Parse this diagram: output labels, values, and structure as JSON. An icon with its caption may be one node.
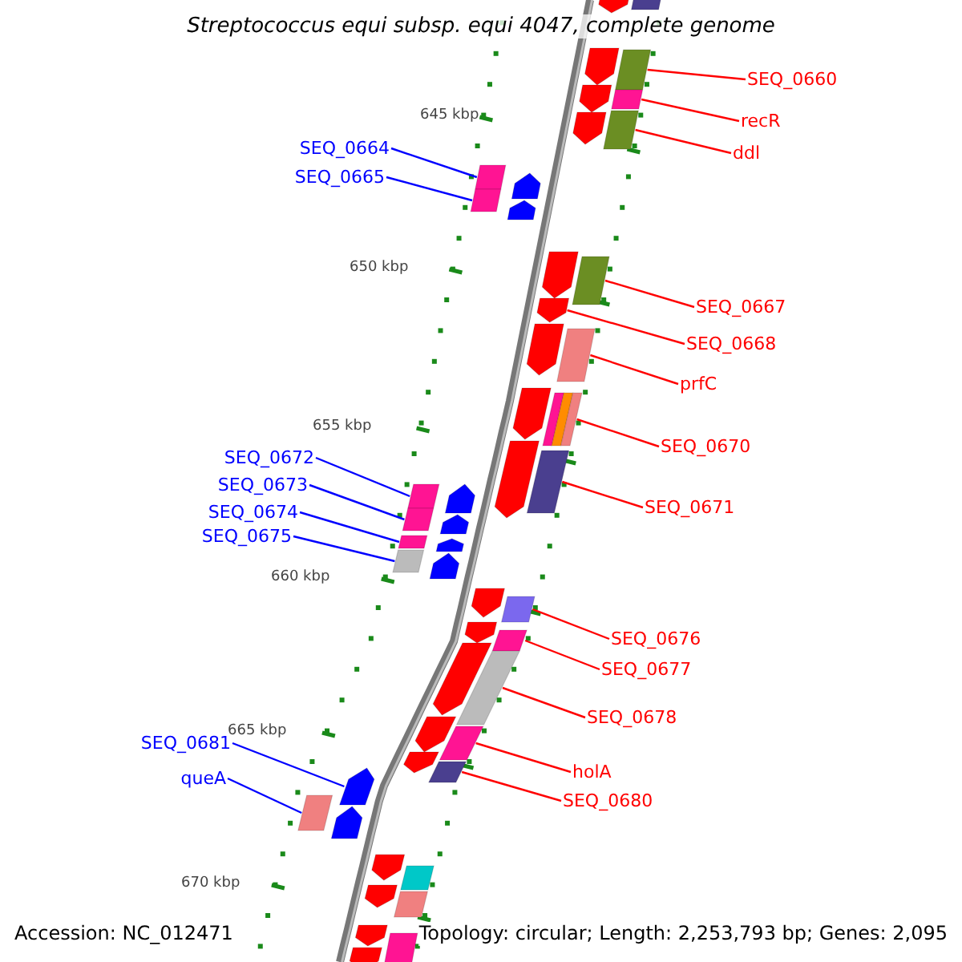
{
  "diagram": {
    "title": "Streptococcus equi subsp. equi 4047, complete genome",
    "nodes": [
      {
        "text": [
          "SEQ_0660"
        ]
      },
      {
        "text": [
          "recR"
        ]
      },
      {
        "text": [
          "ddl"
        ]
      },
      {
        "text": [
          "SEQ_0664"
        ]
      },
      {
        "text": [
          "SEQ_0665"
        ]
      },
      {
        "text": [
          "SEQ_0667"
        ]
      },
      {
        "text": [
          "SEQ_0668"
        ]
      },
      {
        "text": [
          "prfC"
        ]
      },
      {
        "text": [
          "SEQ_0670"
        ]
      },
      {
        "text": [
          "SEQ_0672"
        ]
      },
      {
        "text": [
          "SEQ_0673"
        ]
      },
      {
        "text": [
          "SEQ_0674"
        ]
      },
      {
        "text": [
          "SEQ_0675"
        ]
      },
      {
        "text": [
          "SEQ_0671"
        ]
      },
      {
        "text": [
          "SEQ_0676"
        ]
      },
      {
        "text": [
          "SEQ_0677"
        ]
      },
      {
        "text": [
          "SEQ_0678"
        ]
      },
      {
        "text": [
          "SEQ_0681"
        ]
      },
      {
        "text": [
          "holA"
        ]
      },
      {
        "text": [
          "queA"
        ]
      },
      {
        "text": [
          "SEQ_0680"
        ]
      },
      {
        "text": [],
        "shape": "pentagon"
      },
      {
        "text": [],
        "shape": "box"
      },
      {
        "text": [],
        "shape": "pentagon"
      },
      {
        "text": [],
        "shape": "box"
      },
      {
        "text": [],
        "shape": "pentagon"
      },
      {
        "text": [],
        "shape": "box"
      },
      {
        "text": [],
        "shape": "box"
      },
      {
        "text": [],
        "shape": "pentagon"
      },
      {
        "text": [],
        "shape": "box"
      },
      {
        "text": [],
        "shape": "pentagon"
      },
      {
        "text": [],
        "shape": "box"
      },
      {
        "text": [],
        "shape": "pentagon"
      },
      {
        "text": [],
        "shape": "pentagon"
      },
      {
        "text": [],
        "shape": "box"
      },
      {
        "text": [],
        "shape": "pentagon"
      },
      {
        "text": [],
        "shape": "pentagon"
      },
      {
        "text": [],
        "shape": "box"
      },
      {
        "text": [],
        "shape": "pentagon"
      },
      {
        "text": [],
        "shape": "box"
      },
      {
        "text": [],
        "shape": "pentagon"
      },
      {
        "text": [],
        "shape": "box"
      },
      {
        "text": [],
        "shape": "box"
      },
      {
        "text": [],
        "shape": "pentagon"
      },
      {
        "text": [],
        "shape": "box"
      },
      {
        "text": [],
        "shape": "pentagon"
      },
      {
        "text": [],
        "shape": "box"
      },
      {
        "text": [],
        "shape": "pentagon"
      },
      {
        "text": [],
        "shape": "box"
      },
      {
        "text": [],
        "shape": "pentagon"
      },
      {
        "text": [],
        "shape": "pentagon"
      },
      {
        "text": [],
        "shape": "box"
      },
      {
        "text": [],
        "shape": "pentagon"
      },
      {
        "text": [],
        "shape": "box"
      },
      {
        "text": [],
        "shape": "pentagon"
      },
      {
        "text": [],
        "shape": "box"
      },
      {
        "text": [],
        "shape": "pentagon"
      },
      {
        "text": [],
        "shape": "box"
      },
      {
        "text": [],
        "shape": "pentagon"
      },
      {
        "text": [],
        "shape": "box"
      },
      {
        "text": [],
        "shape": "pentagon"
      },
      {
        "text": [],
        "shape": "box"
      },
      {
        "text": [],
        "shape": "pentagon"
      },
      {
        "text": [],
        "shape": "pentagon"
      },
      {
        "text": [],
        "shape": "box"
      },
      {
        "text": [],
        "shape": "pentagon"
      },
      {
        "text": [],
        "shape": "box"
      },
      {
        "text": [],
        "shape": "pentagon"
      },
      {
        "text": [],
        "shape": "box"
      },
      {
        "text": [],
        "shape": "pentagon"
      }
    ],
    "edges": [
      {
        "from": 0,
        "to": 24,
        "arrow": "none"
      },
      {
        "from": 1,
        "to": 26,
        "arrow": "none"
      },
      {
        "from": 2,
        "to": 27,
        "arrow": "none"
      },
      {
        "from": 3,
        "to": 29,
        "arrow": "none",
        "color": "#0000ff"
      },
      {
        "from": 4,
        "to": 31,
        "arrow": "none",
        "color": "#0000ff"
      },
      {
        "from": 5,
        "to": 34,
        "arrow": "none"
      },
      {
        "from": 6,
        "to": 35,
        "arrow": "none"
      },
      {
        "from": 7,
        "to": 37,
        "arrow": "none"
      },
      {
        "from": 8,
        "to": 39,
        "arrow": "none"
      },
      {
        "from": 9,
        "to": 42,
        "arrow": "none",
        "color": "#0000ff"
      },
      {
        "from": 10,
        "to": 44,
        "arrow": "none",
        "color": "#0000ff"
      },
      {
        "from": 11,
        "to": 46,
        "arrow": "none",
        "color": "#0000ff"
      },
      {
        "from": 12,
        "to": 48,
        "arrow": "none",
        "color": "#0000ff"
      },
      {
        "from": 13,
        "to": 41,
        "arrow": "none"
      },
      {
        "from": 14,
        "to": 51,
        "arrow": "none"
      },
      {
        "from": 15,
        "to": 53,
        "arrow": "none"
      },
      {
        "from": 16,
        "to": 55,
        "arrow": "none"
      },
      {
        "from": 17,
        "to": 60,
        "arrow": "none",
        "color": "#0000ff"
      },
      {
        "from": 18,
        "to": 57,
        "arrow": "none"
      },
      {
        "from": 19,
        "to": 61,
        "arrow": "none",
        "color": "#0000ff"
      },
      {
        "from": 20,
        "to": 59,
        "arrow": "none"
      }
    ],
    "labels": [
      "645 kbp",
      "650 kbp",
      "655 kbp",
      "660 kbp",
      "665 kbp",
      "670 kbp",
      "Accession: NC_012471",
      "Topology: circular; Length: 2,253,793 bp; Genes: 2,095"
    ]
  }
}
